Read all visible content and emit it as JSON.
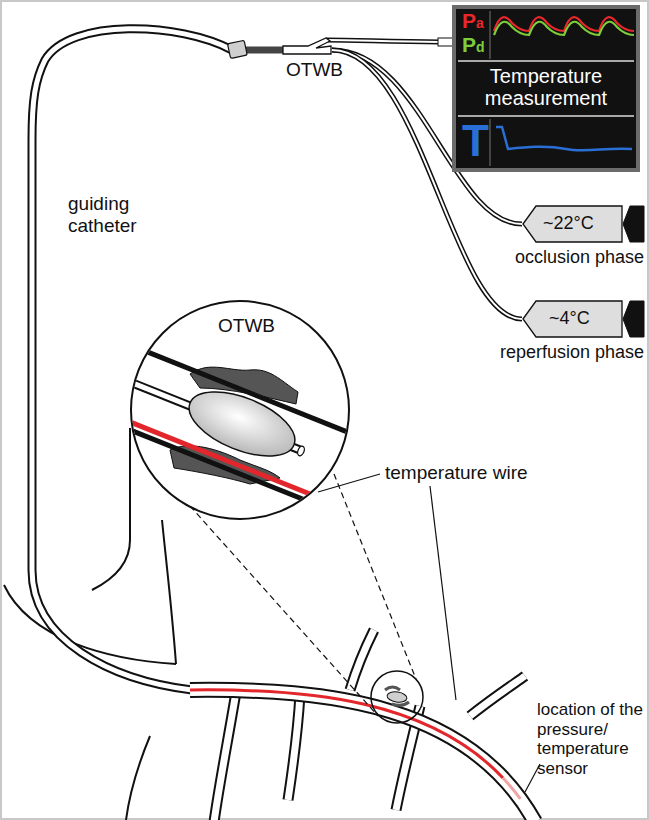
{
  "diagram": {
    "nodes": [
      {
        "text": [
          "Pa",
          "Pd",
          "Temperature measurement",
          "T"
        ]
      },
      {
        "text": [
          "OTWB"
        ]
      },
      {
        "text": [
          "~22°C",
          "occlusion phase"
        ]
      },
      {
        "text": [
          "~4°C",
          "reperfusion phase"
        ]
      },
      {
        "text": [
          "OTWB"
        ]
      }
    ],
    "edges": [
      {
        "from": 2,
        "to": 1,
        "arrow": "none"
      },
      {
        "from": 3,
        "to": 1,
        "arrow": "none"
      }
    ],
    "labels": [
      "guiding catheter",
      "temperature wire",
      "location of the pressure/ temperature sensor"
    ]
  }
}
